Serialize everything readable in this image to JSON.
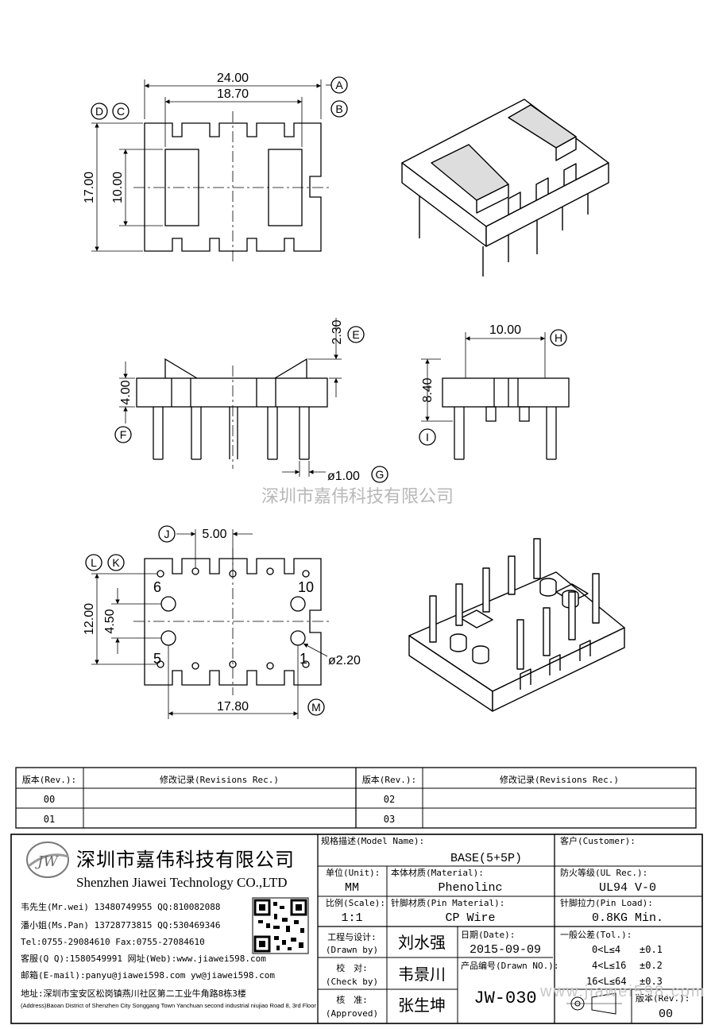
{
  "drawing": {
    "top_view": {
      "dim_overall_width": "24.00",
      "dim_inner_width": "18.70",
      "dim_overall_height": "17.00",
      "dim_window_height": "10.00",
      "callouts": [
        "A",
        "B",
        "C",
        "D"
      ]
    },
    "side_view": {
      "dim_rib_height": "2.30",
      "dim_body_height": "4.00",
      "dim_pin_dia": "ø1.00",
      "callouts": [
        "E",
        "F",
        "G"
      ]
    },
    "end_view": {
      "dim_width": "10.00",
      "dim_height": "8.40",
      "callouts": [
        "H",
        "I"
      ]
    },
    "bottom_view": {
      "dim_pin_pitch": "5.00",
      "dim_row_spacing": "12.00",
      "dim_boss_spacing": "4.50",
      "dim_span": "17.80",
      "dim_boss_dia": "ø2.20",
      "pin_labels": [
        "6",
        "10",
        "5",
        "1"
      ],
      "callouts": [
        "J",
        "K",
        "L",
        "M"
      ]
    },
    "watermark": "深圳市嘉伟科技有限公司"
  },
  "revisions": {
    "headers": [
      "版本(Rev.):",
      "修改记录(Revisions Rec.)",
      "版本(Rev.):",
      "修改记录(Revisions Rec.)"
    ],
    "rows": [
      [
        "00",
        "",
        "02",
        ""
      ],
      [
        "01",
        "",
        "03",
        ""
      ]
    ]
  },
  "company": {
    "logo_text": "JW",
    "name_cn": "深圳市嘉伟科技有限公司",
    "name_en": "Shenzhen Jiawei Technology CO.,LTD",
    "contacts": [
      "韦先生(Mr.wei) 13480749955 QQ:810082088",
      "潘小姐(Ms.Pan) 13728773815 QQ:530469346",
      "Tel:0755-29084610      Fax:0755-27084610",
      "客服(Q Q):1580549991    网址(Web):www.jiawei598.com",
      "邮箱(E-mail):panyu@jiawei598.com  yw@jiawei598.com",
      "地址:深圳市宝安区松岗镇燕川社区第二工业牛角路8栋3楼"
    ],
    "address_en": "(Address)Baoan District of Shenzhen City Songgang Town Yanchuan  second industrial niujiao Road 8, 3rd Floor"
  },
  "title_block": {
    "model_label": "规格描述(Model Name):",
    "model_value": "BASE(5+5P)",
    "customer_label": "客户(Customer):",
    "customer_value": "",
    "unit_label": "单位(Unit):",
    "unit_value": "MM",
    "material_label": "本体材质(Material):",
    "material_value": "Phenolinc",
    "ul_label": "防火等级(UL Rec.):",
    "ul_value": "UL94 V-0",
    "scale_label": "比例(Scale):",
    "scale_value": "1:1",
    "pin_material_label": "针脚材质(Pin Material):",
    "pin_material_value": "CP Wire",
    "pin_load_label": "针脚拉力(Pin Load):",
    "pin_load_value": "0.8KG Min.",
    "drawn_label_cn": "工程与设计:",
    "drawn_label_en": "(Drawn by)",
    "drawn_value": "刘水强",
    "date_label": "日期(Date):",
    "date_value": "2015-09-09",
    "tol_label": "一般公差(Tol.):",
    "tol_rows": [
      [
        "0<L≤4",
        "±0.1"
      ],
      [
        "4<L≤16",
        "±0.2"
      ],
      [
        "16<L≤64",
        "±0.3"
      ]
    ],
    "check_label_cn": "校　对:",
    "check_label_en": "(Check by)",
    "check_value": "韦景川",
    "drawn_no_label": "产品编号(Drawn NO.):",
    "drawn_no_value": "JW-030",
    "approved_label_cn": "核　准:",
    "approved_label_en": "(Approved)",
    "approved_value": "张生坤",
    "rev_label": "版本(Rev.):",
    "rev_value": "00",
    "watermark_url": "www.jiawei598.com"
  }
}
